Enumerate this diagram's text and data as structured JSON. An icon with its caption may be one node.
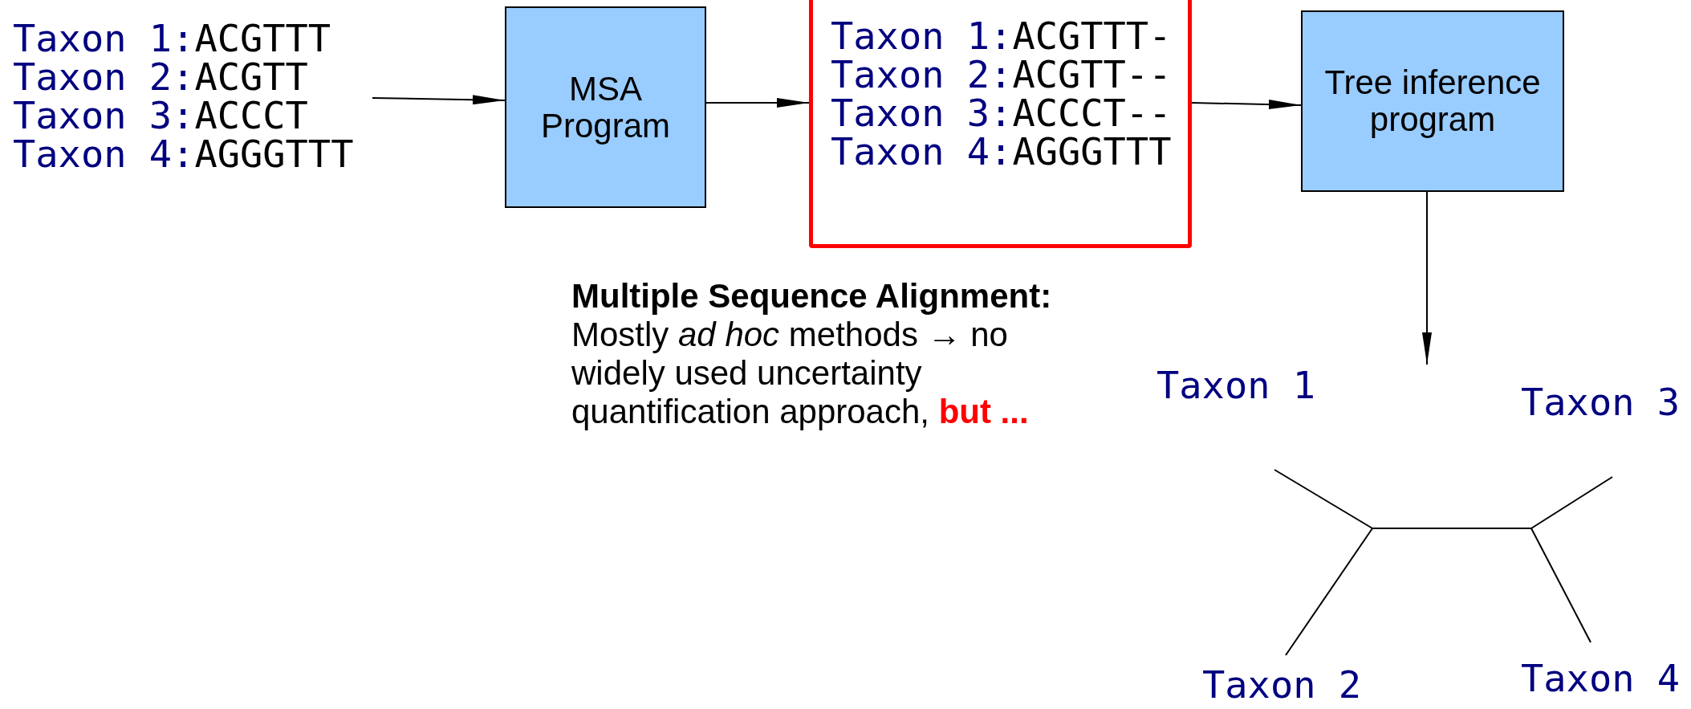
{
  "diagram": {
    "nodes": [
      {
        "text": [
          "Taxon 1:ACGTTT",
          "Taxon 2:ACGTT",
          "Taxon 3:ACCCT",
          "Taxon 4:AGGGTTT"
        ]
      },
      {
        "text": [
          "MSA Program"
        ]
      },
      {
        "text": [
          "Taxon 1:ACGTTT-",
          "Taxon 2:ACGTT--",
          "Taxon 3:ACCCT--",
          "Taxon 4:AGGGTTT"
        ]
      },
      {
        "text": [
          "Tree inference program"
        ]
      },
      {
        "text": [
          "Taxon 1",
          "Taxon 3",
          "Taxon 2",
          "Taxon 4"
        ]
      }
    ],
    "edges": [
      {
        "from": 0,
        "to": 1,
        "arrow": "to"
      },
      {
        "from": 1,
        "to": 2,
        "arrow": "to"
      },
      {
        "from": 2,
        "to": 3,
        "arrow": "to"
      },
      {
        "from": 3,
        "to": 4,
        "arrow": "to"
      }
    ],
    "labels": [
      "Multiple Sequence Alignment:",
      "Mostly *ad hoc* methods → no widely used uncertainty quantification approach, **but ...**"
    ]
  }
}
